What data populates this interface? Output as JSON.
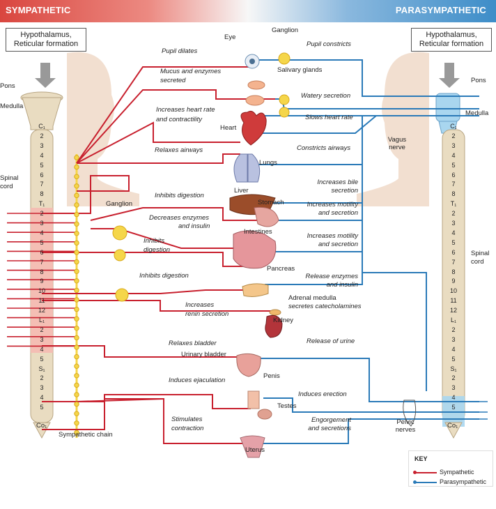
{
  "header": {
    "sympathetic": "SYMPATHETIC",
    "parasympathetic": "PARASYMPATHETIC",
    "box_left_line1": "Hypothalamus,",
    "box_left_line2": "Reticular formation",
    "box_right_line1": "Hypothalamus,",
    "box_right_line2": "Reticular formation"
  },
  "left_spine": {
    "pons": "Pons",
    "medulla": "Medulla",
    "spinal_cord_1": "Spinal",
    "spinal_cord_2": "cord",
    "sympathetic_chain": "Sympathetic chain",
    "ganglion": "Ganglion",
    "coccygeal": "Co₁",
    "segments": [
      "C₁",
      "2",
      "3",
      "4",
      "5",
      "6",
      "7",
      "8",
      "T₁",
      "2",
      "3",
      "4",
      "5",
      "6",
      "7",
      "8",
      "9",
      "10",
      "11",
      "12",
      "L₁",
      "2",
      "3",
      "4",
      "5",
      "S₁",
      "2",
      "3",
      "4",
      "5"
    ]
  },
  "right_spine": {
    "pons": "Pons",
    "medulla": "Medulla",
    "spinal_cord_1": "Spinal",
    "spinal_cord_2": "cord",
    "vagus_1": "Vagus",
    "vagus_2": "nerve",
    "pelvic_1": "Pelvic",
    "pelvic_2": "nerves",
    "coccygeal": "Co₁",
    "segments": [
      "C₁",
      "2",
      "3",
      "4",
      "5",
      "6",
      "7",
      "8",
      "T₁",
      "2",
      "3",
      "4",
      "5",
      "6",
      "7",
      "8",
      "9",
      "10",
      "11",
      "12",
      "L₁",
      "2",
      "3",
      "4",
      "5",
      "S₁",
      "2",
      "3",
      "4",
      "5"
    ]
  },
  "organs": {
    "eye": "Eye",
    "ganglion": "Ganglion",
    "salivary": "Salivary glands",
    "heart": "Heart",
    "lungs": "Lungs",
    "liver": "Liver",
    "stomach": "Stomach",
    "intestines": "Intestines",
    "pancreas": "Pancreas",
    "adrenal_1": "Adrenal medulla",
    "adrenal_2": "secretes catecholamines",
    "kidney": "Kidney",
    "bladder": "Urinary bladder",
    "penis": "Penis",
    "testes": "Testes",
    "uterus": "Uterus"
  },
  "sympathetic_effects": {
    "pupil": "Pupil dilates",
    "mucus_1": "Mucus and enzymes",
    "mucus_2": "secreted",
    "heart_1": "Increases heart rate",
    "heart_2": "and contractility",
    "airways": "Relaxes  airways",
    "digestion_1": "Inhibits digestion",
    "enzymes_1": "Decreases enzymes",
    "enzymes_2": "and insulin",
    "digestion_2a": "Inhibits",
    "digestion_2b": "digestion",
    "digestion_3": "Inhibits digestion",
    "renin_1": "Increases",
    "renin_2": "renin secretion",
    "bladder": "Relaxes bladder",
    "ejaculation": "Induces ejaculation",
    "contraction_1": "Stimulates",
    "contraction_2": "contraction"
  },
  "parasympathetic_effects": {
    "pupil": "Pupil constricts",
    "watery": "Watery secretion",
    "heart": "Slows heart rate",
    "airways": "Constricts  airways",
    "bile_1": "Increases bile",
    "bile_2": "secretion",
    "motility_1a": "Increases motility",
    "motility_1b": "and secretion",
    "motility_2a": "Increases motility",
    "motility_2b": "and secretion",
    "release_1": "Release enzymes",
    "release_2": "and insulin",
    "urine": "Release of urine",
    "erection": "Induces erection",
    "engorge_1": "Engorgement",
    "engorge_2": "and secretions"
  },
  "key": {
    "title": "KEY",
    "sympathetic": "Sympathetic",
    "parasympathetic": "Parasympathetic"
  },
  "colors": {
    "sympathetic": "#c8202e",
    "parasympathetic": "#2a7ab8",
    "ganglion_fill": "#f5d64a",
    "spine_fill": "#e9dcc1",
    "spine_highlight_sym": "#f6b8b2",
    "spine_highlight_para": "#a9d6ef",
    "skin": "#f0d9c8"
  }
}
